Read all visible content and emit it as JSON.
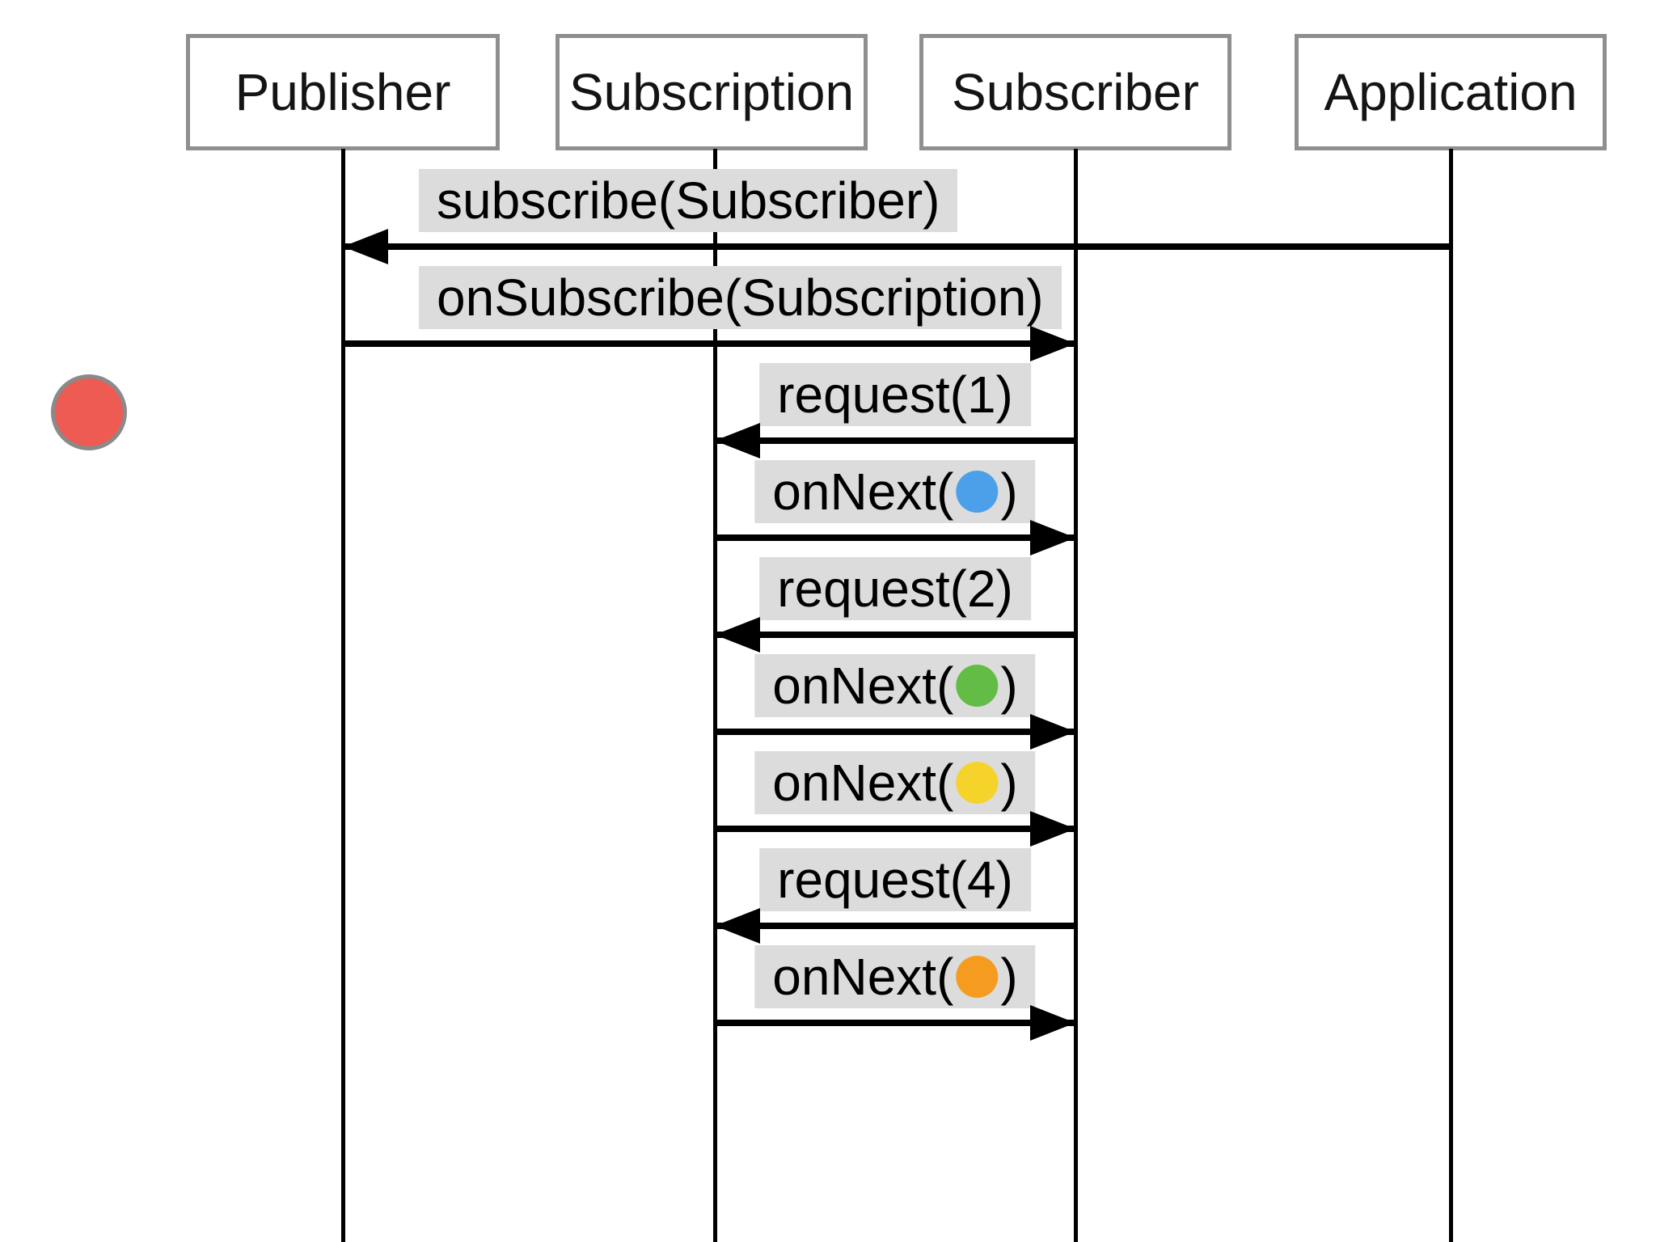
{
  "diagram_type": "sequence-diagram",
  "participants": [
    {
      "name": "Publisher"
    },
    {
      "name": "Subscription"
    },
    {
      "name": "Subscriber"
    },
    {
      "name": "Application"
    }
  ],
  "messages": [
    {
      "label": "subscribe(Subscriber)",
      "from": "Application",
      "to": "Publisher",
      "direction": "left"
    },
    {
      "label": "onSubscribe(Subscription)",
      "from": "Publisher",
      "to": "Subscriber",
      "direction": "right"
    },
    {
      "label": "request(1)",
      "from": "Subscriber",
      "to": "Subscription",
      "direction": "left"
    },
    {
      "label_prefix": "onNext(",
      "label_suffix": ")",
      "dot_color": "#4c9fe9",
      "dot_name": "blue-item",
      "from": "Subscription",
      "to": "Subscriber",
      "direction": "right"
    },
    {
      "label": "request(2)",
      "from": "Subscriber",
      "to": "Subscription",
      "direction": "left"
    },
    {
      "label_prefix": "onNext(",
      "label_suffix": ")",
      "dot_color": "#63bc46",
      "dot_name": "green-item",
      "from": "Subscription",
      "to": "Subscriber",
      "direction": "right"
    },
    {
      "label_prefix": "onNext(",
      "label_suffix": ")",
      "dot_color": "#f5d32b",
      "dot_name": "yellow-item",
      "from": "Subscription",
      "to": "Subscriber",
      "direction": "right"
    },
    {
      "label": "request(4)",
      "from": "Subscriber",
      "to": "Subscription",
      "direction": "left"
    },
    {
      "label_prefix": "onNext(",
      "label_suffix": ")",
      "dot_color": "#f59c20",
      "dot_name": "orange-item",
      "from": "Subscription",
      "to": "Subscriber",
      "direction": "right"
    }
  ],
  "marker": {
    "fill": "#ed5b52",
    "border": "#8a8a8a"
  },
  "colors": {
    "label_background": "#dcdcdc",
    "box_border": "#8f8f8f",
    "line": "#000000",
    "background": "#ffffff"
  }
}
